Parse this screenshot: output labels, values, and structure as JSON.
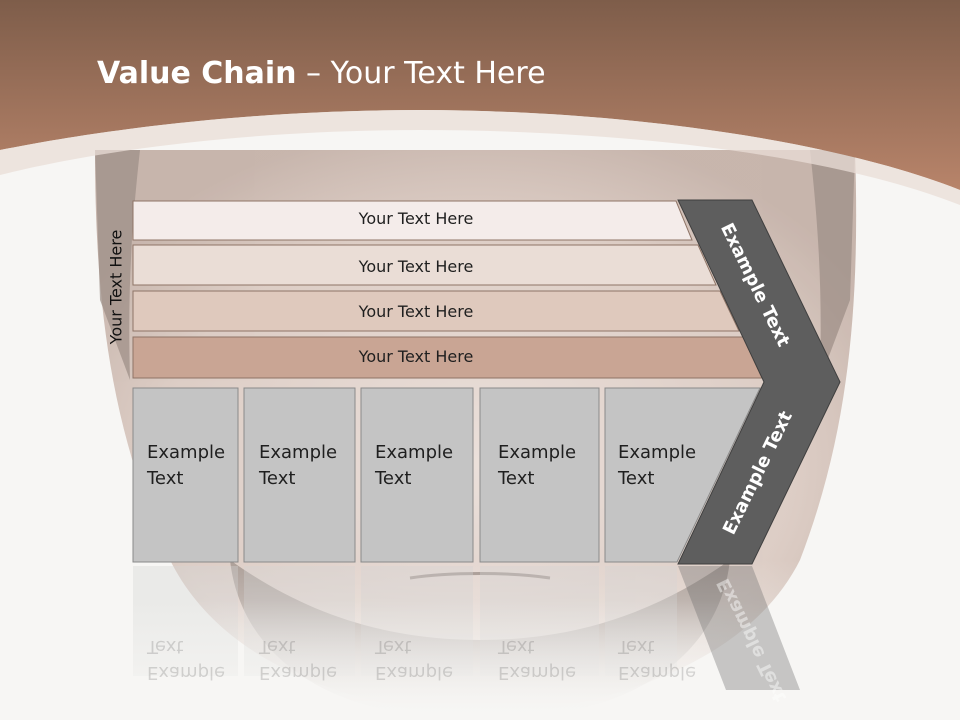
{
  "title": {
    "bold": "Value Chain",
    "rest": " – Your Text Here"
  },
  "side_label": "Your Text Here",
  "rows": [
    "Your Text Here",
    "Your Text Here",
    "Your Text Here",
    "Your Text Here"
  ],
  "cells": [
    {
      "line1": "Example",
      "line2": "Text"
    },
    {
      "line1": "Example",
      "line2": "Text"
    },
    {
      "line1": "Example",
      "line2": "Text"
    },
    {
      "line1": "Example",
      "line2": "Text"
    },
    {
      "line1": "Example",
      "line2": "Text"
    }
  ],
  "chevron": {
    "top": "Example Text",
    "bottom": "Example Text"
  },
  "colors": {
    "header": "#a87a62",
    "row1": "#f4ecea",
    "row2": "#eaddd6",
    "row3": "#dfc9bd",
    "row4": "#c9a594",
    "cell": "#c4c4c4",
    "chevron": "#5e5e5e"
  }
}
